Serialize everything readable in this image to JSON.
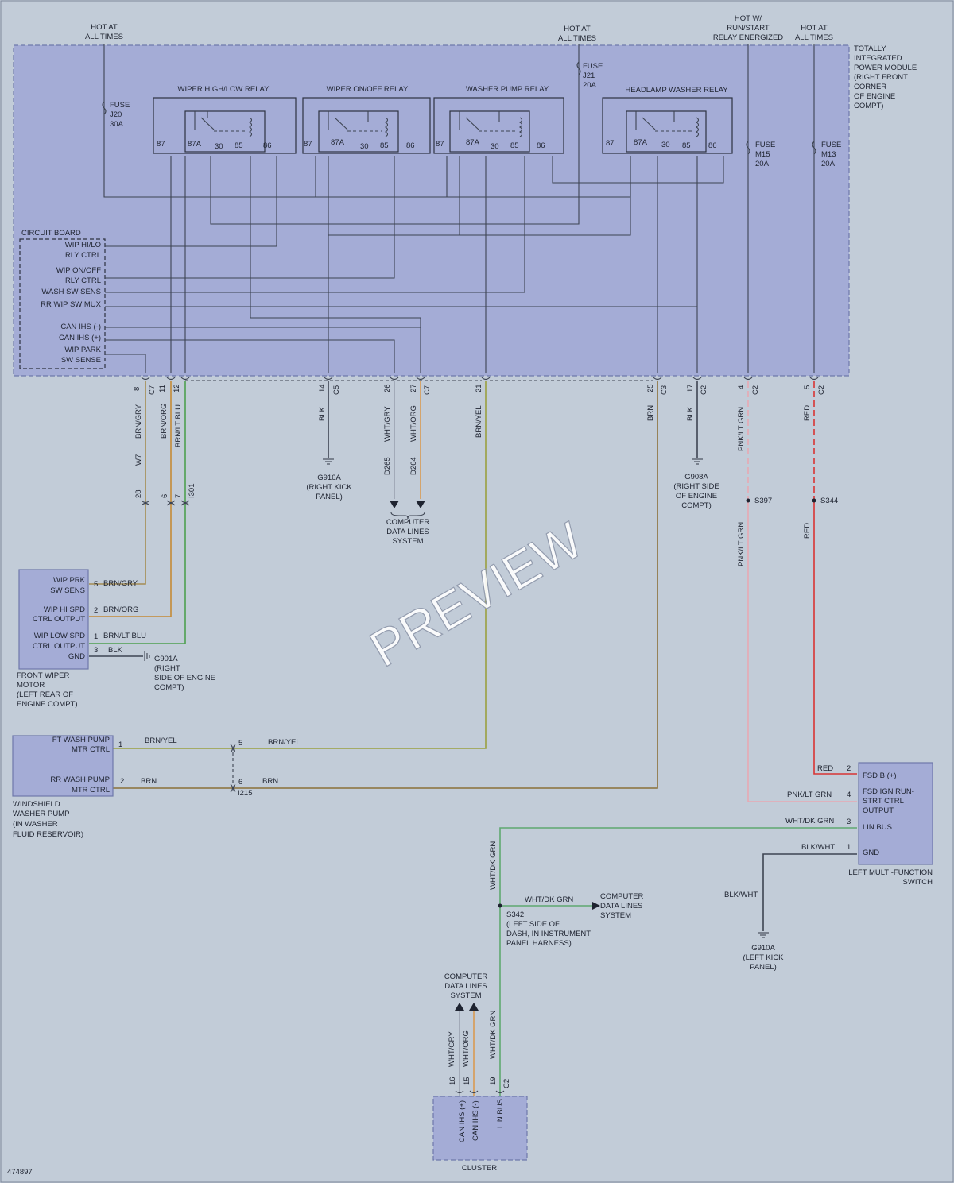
{
  "colors": {
    "background": "#c2ccd8",
    "module": "#a4acd6",
    "brn_gry": "#a48c52",
    "brn_org": "#c48a36",
    "brn_ltblu": "#4ea050",
    "wht_gry": "#9aa2b0",
    "wht_org": "#d89a52",
    "brn_yel": "#9aa040",
    "brn": "#8a7038",
    "pnk_ltgrn": "#e8a8b2",
    "red": "#d83434",
    "wht_dkgrn": "#5ea870"
  },
  "header": {
    "hot_left": "HOT AT",
    "hot_left2": "ALL TIMES",
    "hot_mid": "HOT AT",
    "hot_mid2": "ALL TIMES",
    "hot_run1": "HOT W/",
    "hot_run2": "RUN/START",
    "hot_run3": "RELAY ENERGIZED",
    "hot_right": "HOT AT",
    "hot_right2": "ALL TIMES"
  },
  "module": {
    "l1": "TOTALLY",
    "l2": "INTEGRATED",
    "l3": "POWER MODULE",
    "l4": "(RIGHT FRONT",
    "l5": "CORNER",
    "l6": "OF ENGINE",
    "l7": "COMPT)",
    "circuit_board": "CIRCUIT BOARD"
  },
  "fuses": {
    "f": "FUSE",
    "j20": "J20",
    "j20a": "30A",
    "j21": "J21",
    "j21a": "20A",
    "m15": "M15",
    "m15a": "20A",
    "m13": "M13",
    "m13a": "20A"
  },
  "relays": {
    "r1": "WIPER HIGH/LOW RELAY",
    "r2": "WIPER ON/OFF RELAY",
    "r3": "WASHER PUMP RELAY",
    "r4": "HEADLAMP WASHER RELAY",
    "p87": "87",
    "p87a": "87A",
    "p30": "30",
    "p85": "85",
    "p86": "86"
  },
  "board": {
    "s1": "WIP HI/LO",
    "s1b": "RLY CTRL",
    "s2": "WIP ON/OFF",
    "s2b": "RLY CTRL",
    "s3": "WASH SW SENS",
    "s4": "RR WIP SW MUX",
    "s5": "CAN IHS (-)",
    "s6": "CAN IHS (+)",
    "s7": "WIP PARK",
    "s7b": "SW SENSE"
  },
  "pins": {
    "p8": "8",
    "p11": "11",
    "p12": "12",
    "p14": "14",
    "p26": "26",
    "p27": "27",
    "p21": "21",
    "p25": "25",
    "p17": "17",
    "p4": "4",
    "p5": "5",
    "c7": "C7",
    "c5": "C5",
    "c3": "C3",
    "c2": "C2"
  },
  "wires": {
    "brn_gry": "BRN/GRY",
    "brn_org": "BRN/ORG",
    "brn_ltblu": "BRN/LT BLU",
    "blk": "BLK",
    "wht_gry": "WHT/GRY",
    "wht_org": "WHT/ORG",
    "brn_yel": "BRN/YEL",
    "brn": "BRN",
    "pnk_ltgrn": "PNK/LT GRN",
    "red": "RED",
    "wht_dkgrn": "WHT/DK GRN",
    "blk_wht": "BLK/WHT",
    "w7": "W7",
    "d265": "D265",
    "d264": "D264",
    "c28": "28",
    "c6": "6",
    "c7n": "7",
    "i301": "I301"
  },
  "grounds": {
    "g916": "G916A",
    "g916b": "(RIGHT KICK",
    "g916c": "PANEL)",
    "g908": "G908A",
    "g908b": "(RIGHT SIDE",
    "g908c": "OF ENGINE",
    "g908d": "COMPT)",
    "g901": "G901A",
    "g901b": "(RIGHT",
    "g901c": "SIDE OF ENGINE",
    "g901d": "COMPT)",
    "g910": "G910A",
    "g910b": "(LEFT KICK",
    "g910c": "PANEL)"
  },
  "cdl": {
    "l1": "COMPUTER",
    "l2": "DATA LINES",
    "l3": "SYSTEM"
  },
  "splices": {
    "s397": "S397",
    "s344": "S344",
    "s342": "S342",
    "s342b": "(LEFT SIDE OF",
    "s342c": "DASH, IN INSTRUMENT",
    "s342d": "PANEL HARNESS)"
  },
  "motor": {
    "p1": "WIP PRK",
    "p1b": "SW SENS",
    "p2": "WIP HI SPD",
    "p2b": "CTRL OUTPUT",
    "p3": "WIP LOW SPD",
    "p3b": "CTRL OUTPUT",
    "p4": "GND",
    "n5": "5",
    "n2": "2",
    "n1": "1",
    "n3": "3",
    "t1": "FRONT WIPER",
    "t2": "MOTOR",
    "t3": "(LEFT REAR OF",
    "t4": "ENGINE COMPT)"
  },
  "pump": {
    "p1": "FT WASH PUMP",
    "p1b": "MTR CTRL",
    "p2": "RR WASH PUMP",
    "p2b": "MTR CTRL",
    "n1": "1",
    "n2": "2",
    "n5": "5",
    "n6": "6",
    "i215": "I215",
    "t1": "WINDSHIELD",
    "t2": "WASHER PUMP",
    "t3": "(IN WASHER",
    "t4": "FLUID RESERVOIR)"
  },
  "switch": {
    "p1": "FSD B (+)",
    "p2": "FSD IGN RUN-",
    "p2b": "STRT CTRL",
    "p2c": "OUTPUT",
    "p3": "LIN BUS",
    "p4": "GND",
    "n2": "2",
    "n4": "4",
    "n3": "3",
    "n1": "1",
    "t1": "LEFT MULTI-FUNCTION",
    "t2": "SWITCH"
  },
  "cluster": {
    "p1": "CAN IHS (+)",
    "p2": "CAN IHS (-)",
    "p3": "LIN BUS",
    "n16": "16",
    "n15": "15",
    "n19": "19",
    "c2": "C2",
    "title": "CLUSTER"
  },
  "figure_id": "474897",
  "watermark": "PREVIEW"
}
